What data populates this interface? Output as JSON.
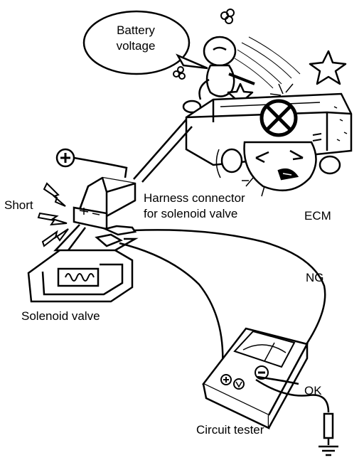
{
  "labels": {
    "battery_line1": "Battery",
    "battery_line2": "voltage",
    "short": "Short",
    "harness_line1": "Harness connector",
    "harness_line2": "for solenoid valve",
    "ecm": "ECM",
    "ng": "NG",
    "solenoid": "Solenoid valve",
    "ok": "OK",
    "tester": "Circuit tester"
  },
  "symbols": {
    "plus_terminal": "+",
    "tester_plus": "+",
    "tester_minus": "-",
    "tester_v": "V"
  },
  "icons": [
    "plus-terminal-icon",
    "lightning-spark-icon",
    "star-icon",
    "cartoon-character-icon",
    "ground-symbol-icon",
    "meter-needle-icon"
  ]
}
